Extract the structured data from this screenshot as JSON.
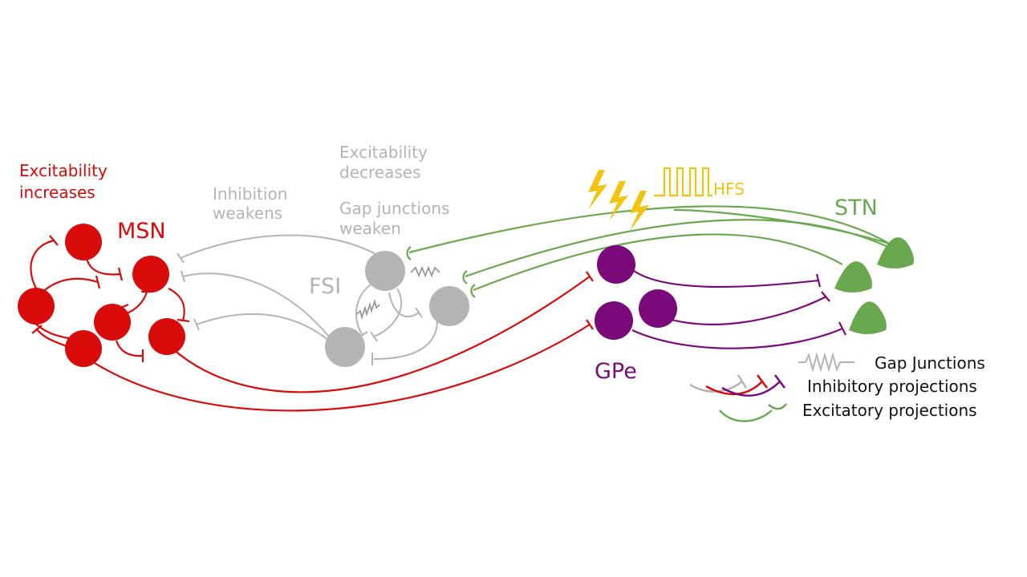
{
  "colors": {
    "msn": "#d90a0a",
    "fsi": "#b4b4b4",
    "gpe": "#7a0a7a",
    "stn": "#6aa84f",
    "hfs": "#f2c30f",
    "legend_text": "#111111"
  },
  "labels": {
    "msn_note_1": "Excitability",
    "msn_note_2": "increases",
    "msn": "MSN",
    "inhib_note_1": "Inhibition",
    "inhib_note_2": "weakens",
    "fsi_excit_1": "Excitability",
    "fsi_excit_2": "decreases",
    "gap_note_1": "Gap junctions",
    "gap_note_2": "weaken",
    "fsi": "FSI",
    "hfs": "HFS",
    "stn": "STN",
    "gpe": "GPe"
  },
  "legend": {
    "gap": "Gap Junctions",
    "inhibitory": "Inhibitory projections",
    "excitatory": "Excitatory projections"
  },
  "icons": [
    "lightning-bolt-icon",
    "pulse-train-icon",
    "spring-icon"
  ]
}
